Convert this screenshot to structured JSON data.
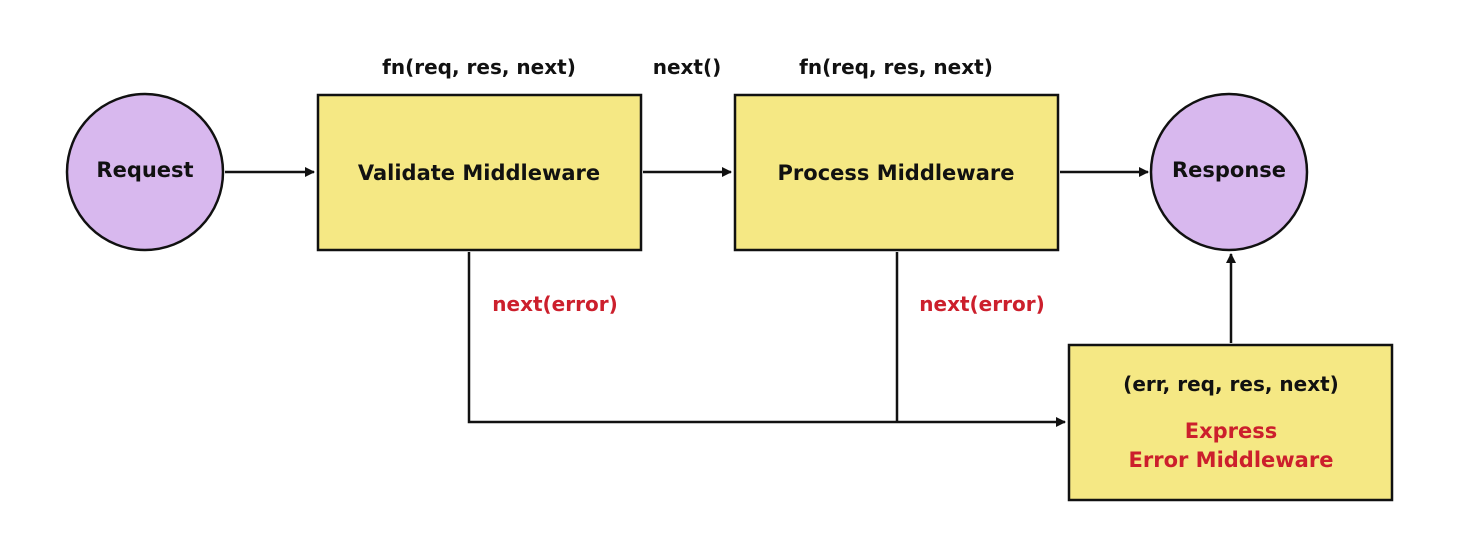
{
  "nodes": {
    "request": {
      "label": "Request"
    },
    "validate": {
      "label": "Validate Middleware",
      "signature": "fn(req, res, next)"
    },
    "process": {
      "label": "Process Middleware",
      "signature": "fn(req, res, next)"
    },
    "response": {
      "label": "Response"
    },
    "error_handler": {
      "signature": "(err, req, res, next)",
      "title_line1": "Express",
      "title_line2": "Error Middleware"
    }
  },
  "edges": {
    "validate_to_process": "next()",
    "validate_error": "next(error)",
    "process_error": "next(error)"
  },
  "colors": {
    "circle_fill": "#d8b8ee",
    "box_fill": "#f5e884",
    "stroke": "#111111",
    "error_text": "#cc1f2c",
    "text": "#111111"
  }
}
